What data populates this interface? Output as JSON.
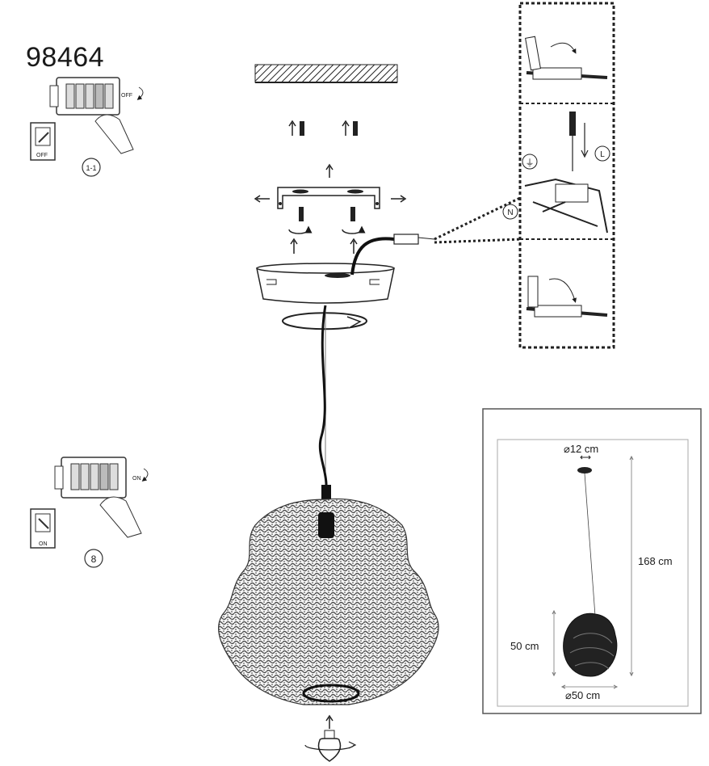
{
  "model_number": "98464",
  "steps": {
    "start": "1-1",
    "end": "8"
  },
  "switch_labels": {
    "off": "OFF",
    "on": "ON"
  },
  "wiring_markers": {
    "earth": "⏚",
    "live": "L",
    "neutral": "N"
  },
  "dimensions": {
    "canopy_diameter": "12 cm",
    "total_height": "168 cm",
    "shade_height": "50 cm",
    "shade_diameter": "50 cm",
    "diameter_symbol": "⌀"
  },
  "colors": {
    "line": "#1a1a1a",
    "dotted_border": "#222222",
    "panel_border": "#555555"
  }
}
